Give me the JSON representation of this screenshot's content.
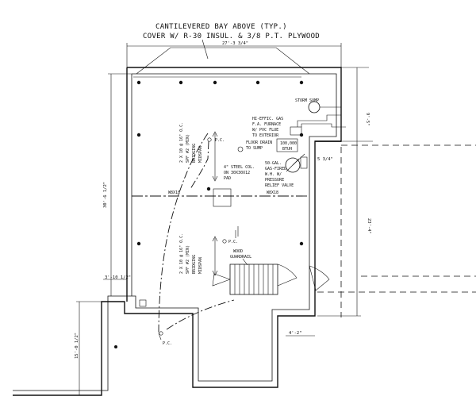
{
  "notes": {
    "bay_line1": "CANTILEVERED BAY ABOVE (TYP.)",
    "bay_line2": "COVER W/ R-30 INSUL. & 3/8 P.T. PLYWOOD",
    "storm_sump": "STORM SUMP",
    "furnace_1": "HI-EFFIC. GAS",
    "furnace_2": "F.A. FURNACE",
    "furnace_3": "W/ PVC FLUE",
    "furnace_4": "TO EXTERIOR",
    "btuh_1": "100,000",
    "btuh_2": "BTUH",
    "floor_drain_1": "FLOOR DRAIN",
    "floor_drain_2": "TO SUMP",
    "steel_col_1": "4\" STEEL COL.",
    "steel_col_2": "ON 30X30X12",
    "steel_col_3": "PAD",
    "wh_1": "50-GAL.",
    "wh_2": "GAS-FIRED",
    "wh_3": "W.H. W/",
    "wh_4": "PRESSURE",
    "wh_5": "RELIEF VALVE",
    "wood_guardrail_1": "WOOD",
    "wood_guardrail_2": "GUARDRAIL",
    "pc": "P.C.",
    "beam_label": "W8X18",
    "joist_1a": "2 X 10 @ 16\" O.C.",
    "joist_1b": "SPF #2 (MIN)",
    "joist_1c": "BRIDGING",
    "joist_1d": "MIDSPAN",
    "joist_2a": "2 X 10 @ 16\" O.C.",
    "joist_2b": "SPF #2 (MIN)",
    "joist_2c": "BRIDGING",
    "joist_2d": "MIDSPAN"
  },
  "dimensions": {
    "top_width": "27'-3 3/4\"",
    "left_height": "30'-6 1/2\"",
    "right_upper": "9'-5\"",
    "right_lower": "23'-4\"",
    "left_notch": "3'-10 1/2\"",
    "left_lower": "15'-0 1/2\"",
    "step_right": "5 3/4\"",
    "bottom_right": "4'-2\""
  }
}
